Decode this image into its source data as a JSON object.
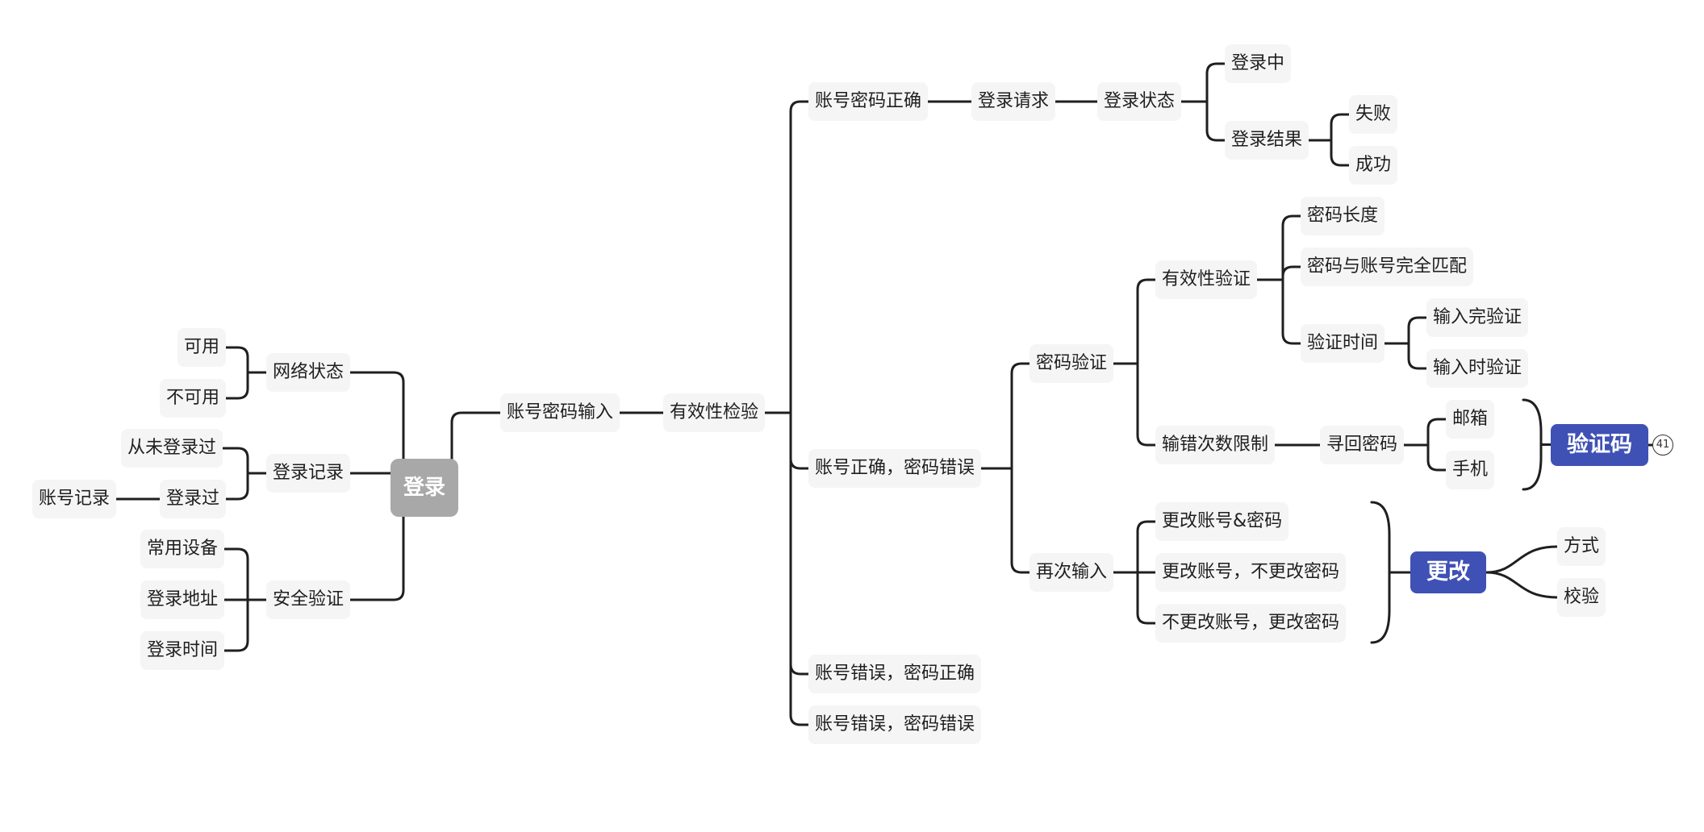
{
  "mindmap": {
    "root": "登录",
    "left": {
      "network": {
        "label": "网络状态",
        "children": [
          "可用",
          "不可用"
        ]
      },
      "history": {
        "label": "登录记录",
        "children": [
          "从未登录过",
          "登录过"
        ],
        "logged_child": "账号记录"
      },
      "security": {
        "label": "安全验证",
        "children": [
          "常用设备",
          "登录地址",
          "登录时间"
        ]
      }
    },
    "main": {
      "input": "账号密码输入",
      "check": "有效性检验",
      "correct": {
        "label": "账号密码正确",
        "request": "登录请求",
        "status": "登录状态",
        "logging": "登录中",
        "result": "登录结果",
        "fail": "失败",
        "success": "成功"
      },
      "wrong_password": {
        "label": "账号正确，密码错误",
        "verify": {
          "label": "密码验证",
          "validity": {
            "label": "有效性验证",
            "length": "密码长度",
            "match": "密码与账号完全匹配",
            "time": {
              "label": "验证时间",
              "after": "输入完验证",
              "during": "输入时验证"
            }
          },
          "limit": {
            "label": "输错次数限制",
            "recover": "寻回密码",
            "email": "邮箱",
            "phone": "手机",
            "summary": "验证码",
            "badge": "41"
          }
        },
        "reenter": {
          "label": "再次输入",
          "opt1": "更改账号&密码",
          "opt2": "更改账号，不更改密码",
          "opt3": "不更改账号，更改密码",
          "summary": "更改",
          "method": "方式",
          "check": "校验"
        }
      },
      "wrong_account_right_password": "账号错误，密码正确",
      "wrong_both": "账号错误，密码错误"
    }
  },
  "colors": {
    "line": "#1f1f1f",
    "node_bg": "#f5f5f5",
    "root_bg": "#a8a8a8",
    "accent": "#3f51b5"
  }
}
